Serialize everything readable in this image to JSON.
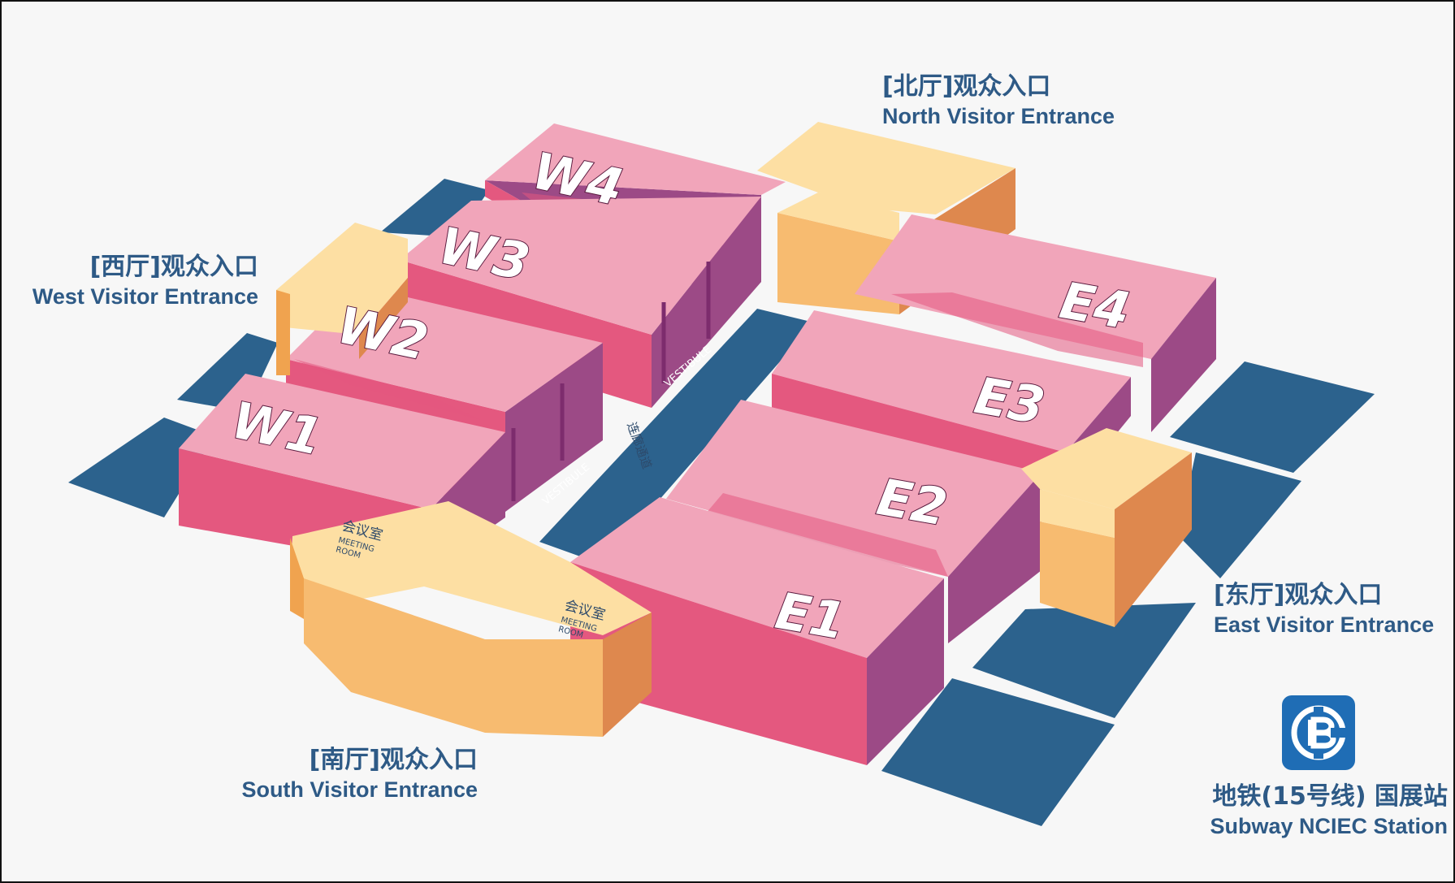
{
  "map": {
    "halls": [
      {
        "id": "W1",
        "label": "W1"
      },
      {
        "id": "W2",
        "label": "W2"
      },
      {
        "id": "W3",
        "label": "W3"
      },
      {
        "id": "W4",
        "label": "W4"
      },
      {
        "id": "E1",
        "label": "E1"
      },
      {
        "id": "E2",
        "label": "E2"
      },
      {
        "id": "E3",
        "label": "E3"
      },
      {
        "id": "E4",
        "label": "E4"
      }
    ],
    "vestibule": {
      "cn": "连廊通道",
      "en": "VESTIBULE"
    },
    "meeting_room": {
      "cn": "会议室",
      "en_line1": "MEETING",
      "en_line2": "ROOM"
    },
    "entrances": {
      "north": {
        "cn": "[北厅]观众入口",
        "en": "North Visitor Entrance"
      },
      "west": {
        "cn": "[西厅]观众入口",
        "en": "West Visitor Entrance"
      },
      "east": {
        "cn": "[东厅]观众入口",
        "en": "East Visitor Entrance"
      },
      "south": {
        "cn": "[南厅]观众入口",
        "en": "South Visitor Entrance"
      }
    },
    "subway": {
      "cn": "地铁(15号线) 国展站",
      "en": "Subway NCIEC Station",
      "icon": "beijing-subway-logo"
    },
    "colors": {
      "hall_top": "#f1a5ba",
      "hall_front": "#e4587f",
      "hall_side": "#9c4a86",
      "lobby_top": "#fddfa3",
      "lobby_front": "#f7bb70",
      "lobby_side": "#de884e",
      "plaza": "#2c628d",
      "text": "#2e5a86",
      "subway_blue": "#1f6db5"
    }
  }
}
